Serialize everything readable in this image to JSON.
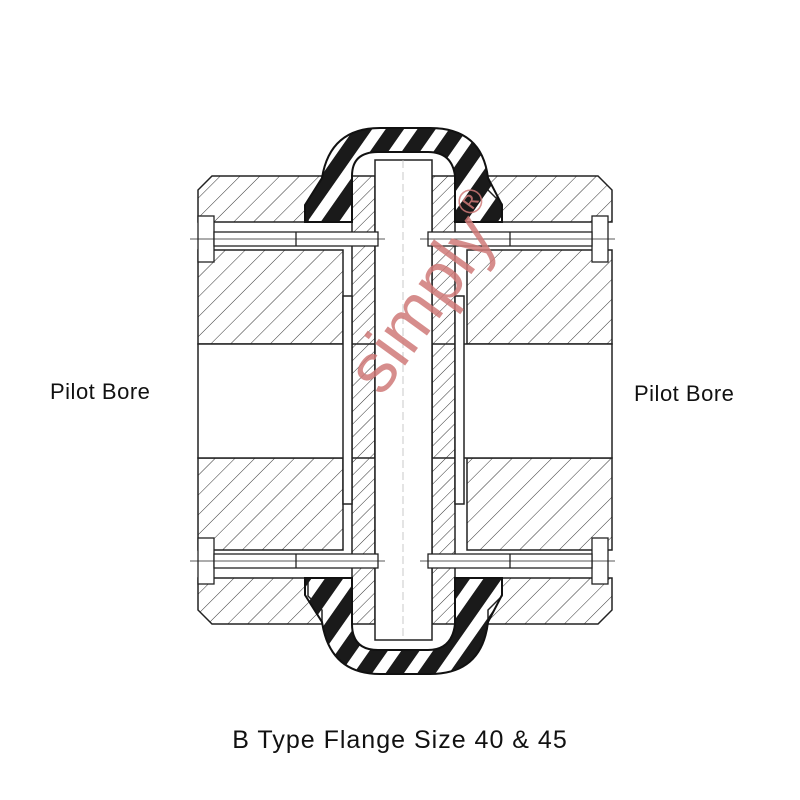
{
  "labels": {
    "left_bore": "Pilot Bore",
    "right_bore": "Pilot Bore"
  },
  "caption": "B Type Flange Size 40 & 45",
  "watermark": {
    "brand": "simply",
    "mark": "®"
  },
  "colors": {
    "line": "#222222",
    "rubber": "#1a1a1a",
    "watermark": "#d07a78",
    "background": "#ffffff"
  }
}
